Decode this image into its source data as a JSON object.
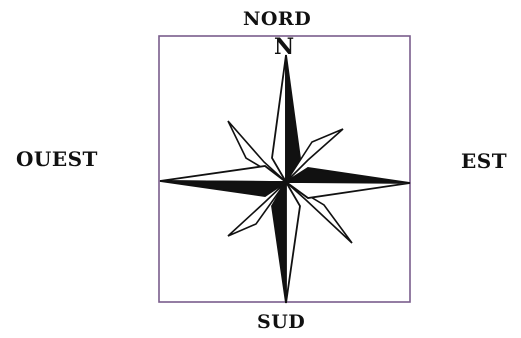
{
  "labels": {
    "north": "NORD",
    "south": "SUD",
    "west": "OUEST",
    "east": "EST",
    "needle": "N"
  },
  "colors": {
    "frame": "#7a5d8c",
    "ink": "#111111",
    "paper": "#ffffff"
  }
}
